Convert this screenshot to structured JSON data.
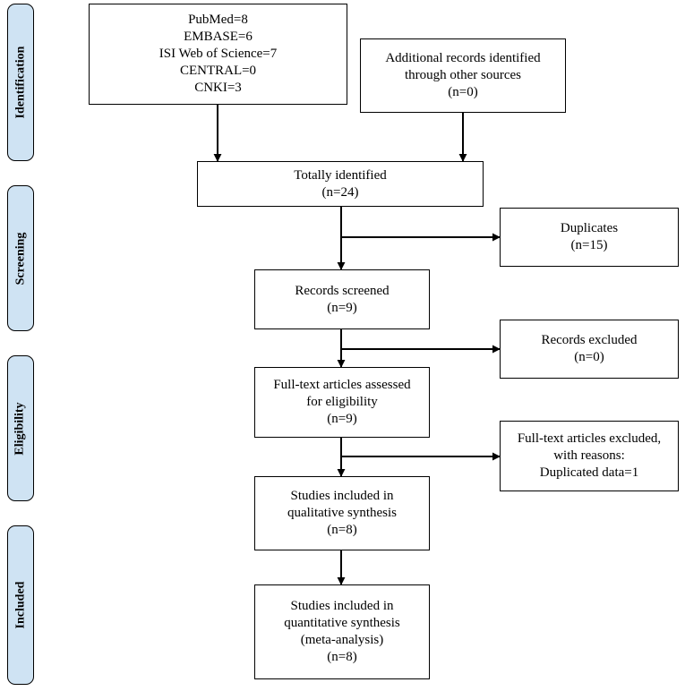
{
  "phases": {
    "identification": "Identification",
    "screening": "Screening",
    "eligibility": "Eligibility",
    "included": "Included"
  },
  "boxes": {
    "databases": [
      "PubMed=8",
      "EMBASE=6",
      "ISI Web of Science=7",
      "CENTRAL=0",
      "CNKI=3"
    ],
    "other_sources": [
      "Additional records identified",
      "through other sources",
      "(n=0)"
    ],
    "totally_identified": [
      "Totally identified",
      "(n=24)"
    ],
    "duplicates": [
      "Duplicates",
      "(n=15)"
    ],
    "records_screened": [
      "Records screened",
      "(n=9)"
    ],
    "records_excluded": [
      "Records excluded",
      "(n=0)"
    ],
    "full_text_assessed": [
      "Full-text articles assessed",
      "for eligibility",
      "(n=9)"
    ],
    "full_text_excluded": [
      "Full-text articles excluded,",
      "with reasons:",
      "Duplicated data=1"
    ],
    "qualitative": [
      "Studies included in",
      "qualitative synthesis",
      "(n=8)"
    ],
    "quantitative": [
      "Studies included in",
      "quantitative synthesis",
      "(meta-analysis)",
      "(n=8)"
    ]
  },
  "colors": {
    "phase_fill": "#cfe3f3",
    "border": "#000000"
  }
}
